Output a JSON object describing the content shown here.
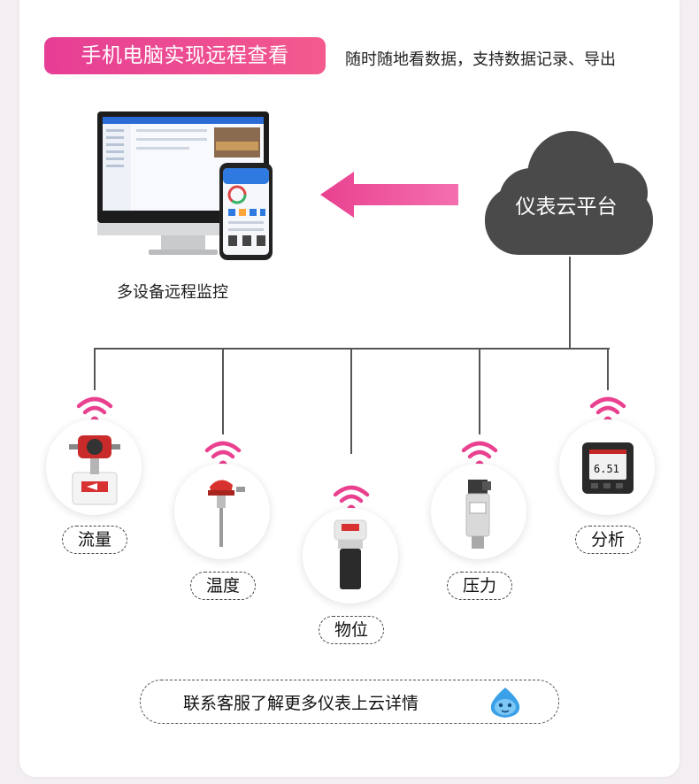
{
  "header": {
    "badge": "手机电脑实现远程查看",
    "subtitle": "随时随地看数据，支持数据记录、导出"
  },
  "devices_caption": "多设备远程监控",
  "cloud_label": "仪表云平台",
  "sensors": [
    {
      "label": "流量"
    },
    {
      "label": "温度"
    },
    {
      "label": "物位"
    },
    {
      "label": "压力"
    },
    {
      "label": "分析"
    }
  ],
  "analyzer_reading": "6.51",
  "footer": {
    "text": "联系客服了解更多仪表上云详情"
  },
  "colors": {
    "accent": "#e9418f",
    "cloud": "#4a4a4a",
    "arrow": "#e9418f"
  }
}
